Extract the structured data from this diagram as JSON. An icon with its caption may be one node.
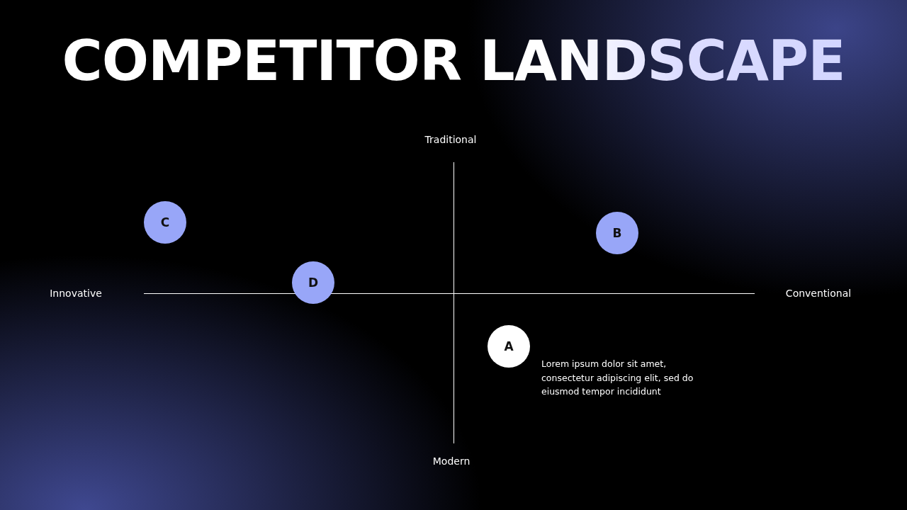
{
  "diagram": {
    "title": "COMPETITOR LANDSCAPE",
    "nodes": [
      {
        "text": [
          "C"
        ]
      },
      {
        "text": [
          "B"
        ]
      },
      {
        "text": [
          "D"
        ]
      },
      {
        "text": [
          "A"
        ],
        "beside": [
          "Lorem ipsum dolor sit amet, consectetur adipiscing elit, sed do eiusmod tempor incididunt"
        ]
      }
    ],
    "labels": [
      "Traditional",
      "Innovative",
      "Conventional",
      "Modern"
    ]
  }
}
